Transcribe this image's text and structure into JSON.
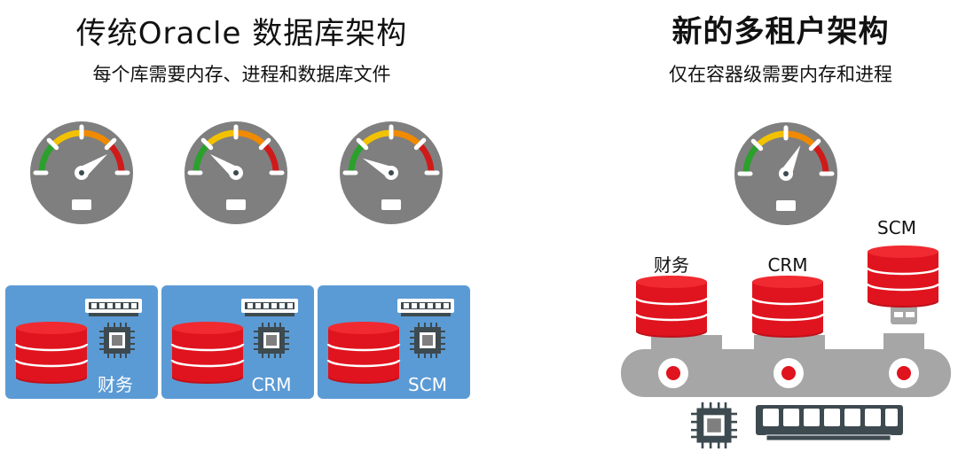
{
  "left": {
    "title": "传统Oracle 数据库架构",
    "subtitle": "每个库需要内存、进程和数据库文件",
    "databases": [
      {
        "label": "财务",
        "gauge_level": 0.8
      },
      {
        "label": "CRM",
        "gauge_level": 0.2
      },
      {
        "label": "SCM",
        "gauge_level": 0.15
      }
    ]
  },
  "right": {
    "title": "新的多租户架构",
    "subtitle": "仅在容器级需要内存和进程",
    "gauge_level": 0.65,
    "pluggables": [
      {
        "label": "财务"
      },
      {
        "label": "CRM"
      },
      {
        "label": "SCM"
      }
    ]
  },
  "colors": {
    "panel_blue": "#5b9bd5",
    "db_red": "#e0141e",
    "gauge_gray": "#7f7f7f",
    "bus_gray": "#a6a6a6",
    "memory_dark": "#3d4a50",
    "green": "#2ca02c",
    "yellow": "#f2c200",
    "orange": "#f08a00",
    "red": "#d01a1a"
  },
  "icons": [
    "gauge-icon",
    "database-icon",
    "memory-chip-icon",
    "cpu-icon",
    "plug-icon"
  ]
}
